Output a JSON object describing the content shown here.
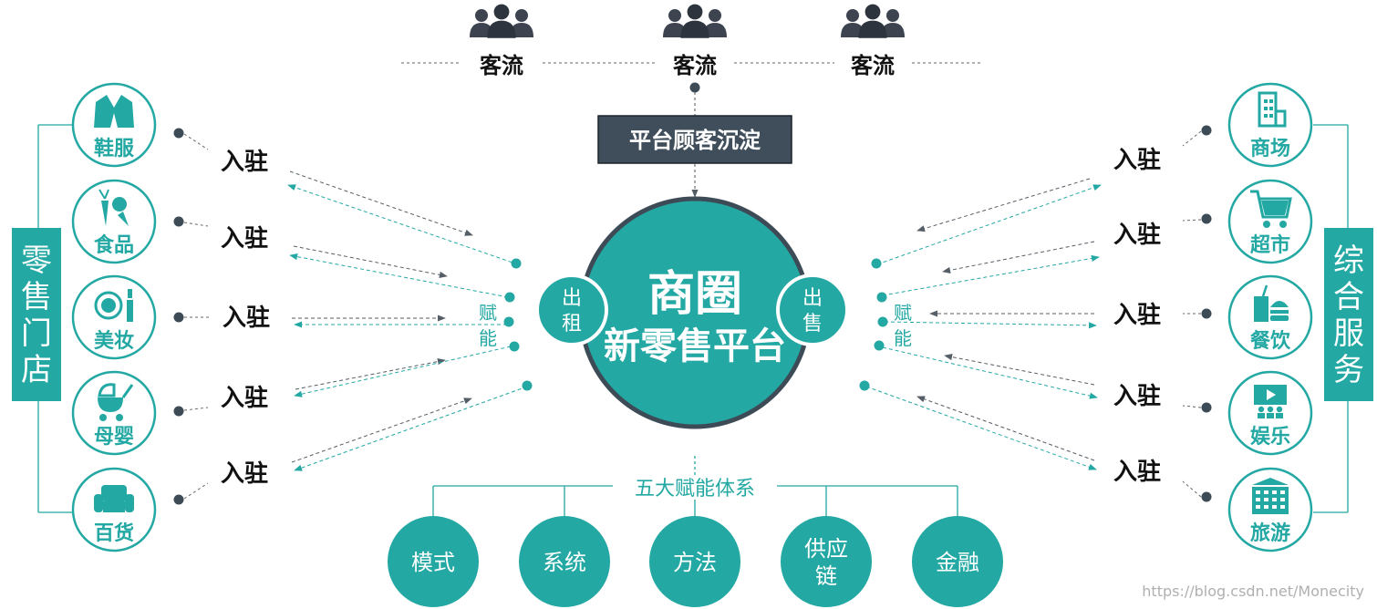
{
  "traffic_labels": [
    "客流",
    "客流",
    "客流"
  ],
  "platform_box": "平台顾客沉淀",
  "center": {
    "line1": "商圈",
    "line2": "新零售平台"
  },
  "left_side": {
    "title": "零售门店",
    "satellite": {
      "line1": "出",
      "line2": "租"
    },
    "empower": [
      "赋",
      "能"
    ],
    "stores": [
      "鞋服",
      "食品",
      "美妆",
      "母婴",
      "百货"
    ],
    "settle_labels": [
      "入驻",
      "入驻",
      "入驻",
      "入驻",
      "入驻"
    ]
  },
  "right_side": {
    "title": "综合服务",
    "satellite": {
      "line1": "出",
      "line2": "售"
    },
    "empower": [
      "赋",
      "能"
    ],
    "services": [
      "商场",
      "超市",
      "餐饮",
      "娱乐",
      "旅游"
    ],
    "settle_labels": [
      "入驻",
      "入驻",
      "入驻",
      "入驻",
      "入驻"
    ]
  },
  "system": {
    "title": "五大赋能体系",
    "items": [
      [
        "模式"
      ],
      [
        "系统"
      ],
      [
        "方法"
      ],
      [
        "供应",
        "链"
      ],
      [
        "金融"
      ]
    ]
  },
  "watermark": "https://blog.csdn.net/Monecity",
  "colors": {
    "teal": "#23a8a3",
    "dark": "#3d4b57",
    "box": "#3f4e5a",
    "arrow": "#555e66"
  },
  "icons": {
    "left": [
      "jacket-icon",
      "vegetables-icon",
      "cosmetics-icon",
      "stroller-icon",
      "sofa-icon"
    ],
    "right": [
      "building-icon",
      "shopping-cart-icon",
      "fast-food-icon",
      "cinema-icon",
      "hotel-icon"
    ]
  }
}
